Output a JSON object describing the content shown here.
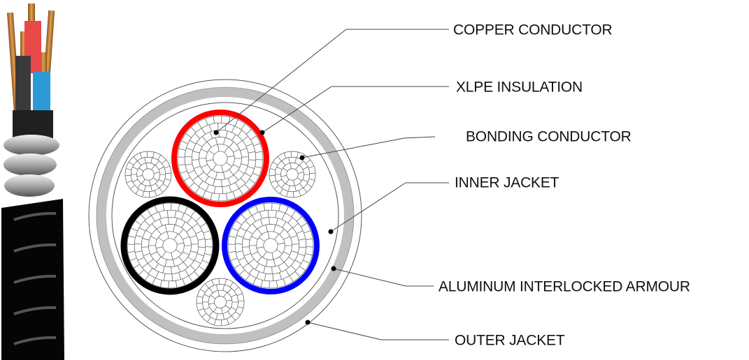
{
  "labels": {
    "copper_conductor": "COPPER CONDUCTOR",
    "xlpe_insulation": "XLPE INSULATION",
    "bonding_conductor": "BONDING CONDUCTOR",
    "inner_jacket": "INNER JACKET",
    "armour": "ALUMINUM INTERLOCKED ARMOUR",
    "outer_jacket": "OUTER JACKET"
  },
  "colors": {
    "phase_a": "#ff0000",
    "phase_b": "#000000",
    "phase_c": "#0000ff",
    "armour": "#c0c0c0",
    "copper": "#c8843a",
    "outer_jacket": "#0a0a0a"
  }
}
